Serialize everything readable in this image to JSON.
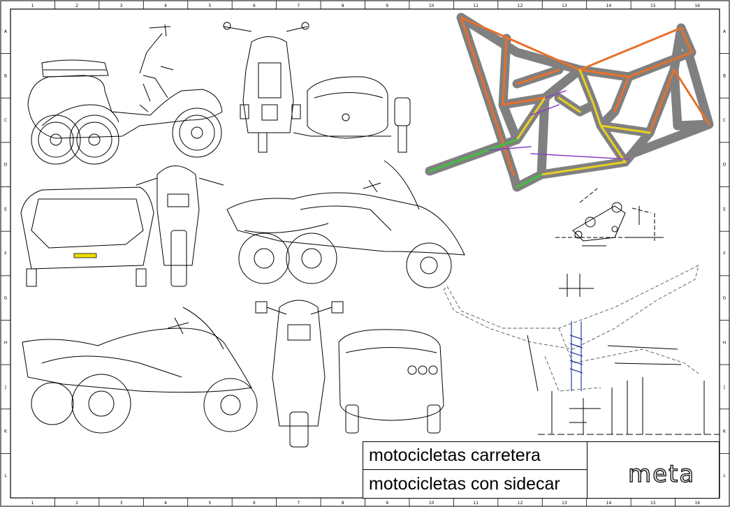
{
  "sheet": {
    "column_labels": [
      "1",
      "2",
      "3",
      "4",
      "5",
      "6",
      "7",
      "8",
      "9",
      "10",
      "11",
      "12",
      "13",
      "14",
      "15",
      "16"
    ],
    "row_labels": [
      "A",
      "B",
      "C",
      "D",
      "E",
      "F",
      "G",
      "H",
      "J",
      "K",
      "L"
    ]
  },
  "title_block": {
    "line1": "motocicletas carretera",
    "line2": "motocicletas con sidecar",
    "logo_text": "meta"
  },
  "colors": {
    "frame_tube": "#808080",
    "tube_orange": "#e8702a",
    "tube_yellow": "#e8d020",
    "tube_green": "#40c040",
    "tube_purple": "#8a40c8",
    "highlight_yellow": "#f0e000",
    "dashed_frame": "#555555"
  }
}
